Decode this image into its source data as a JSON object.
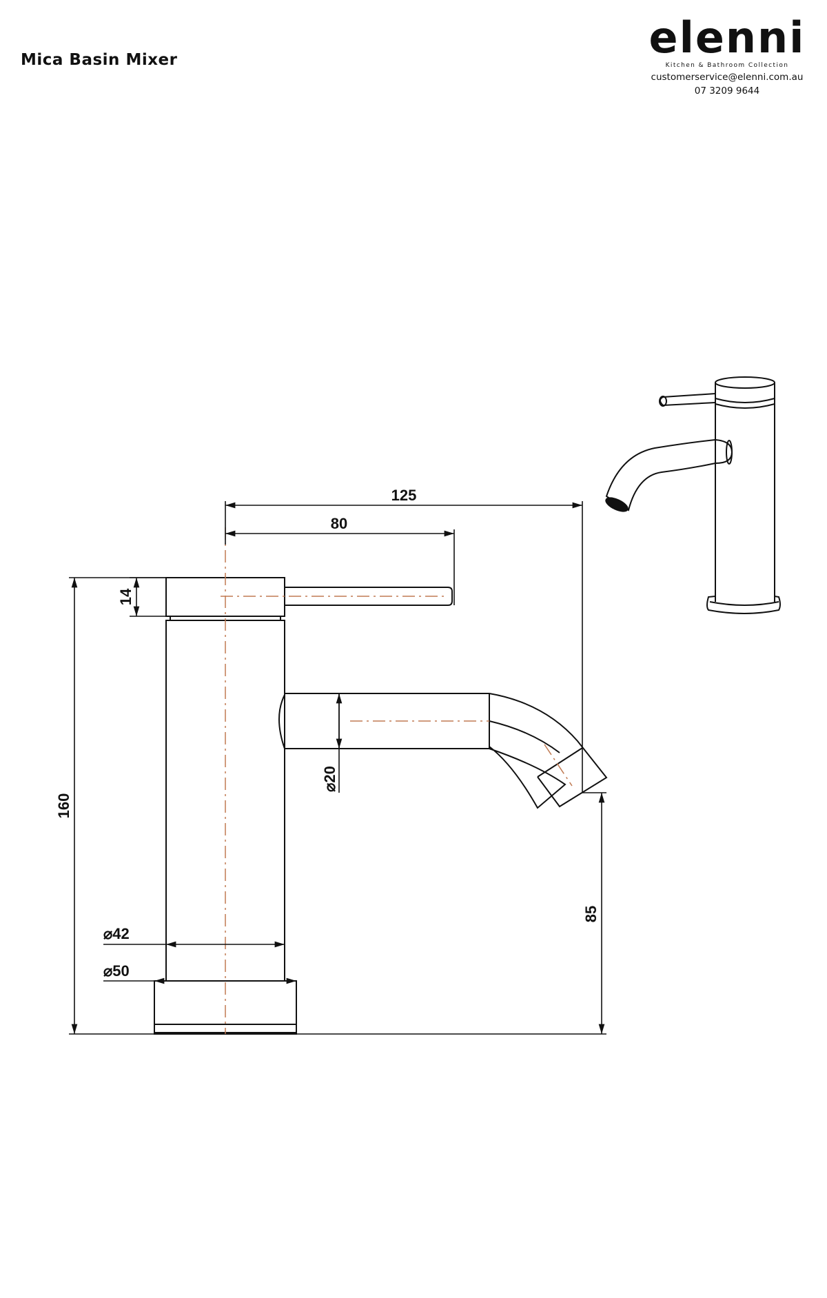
{
  "header": {
    "title": "Mica Basin Mixer",
    "brand_name": "elenni",
    "brand_tagline": "Kitchen &  Bathroom Collection",
    "email": "customerservice@elenni.com.au",
    "phone": "07 3209 9644"
  },
  "dimensions": {
    "total_reach": "125",
    "lever_reach": "80",
    "handle_height": "14",
    "total_height": "160",
    "spout_diameter": "⌀20",
    "outlet_height": "85",
    "body_diameter": "⌀42",
    "base_diameter": "⌀50"
  },
  "colors": {
    "line": "#111111",
    "centerline": "#c07a52"
  }
}
